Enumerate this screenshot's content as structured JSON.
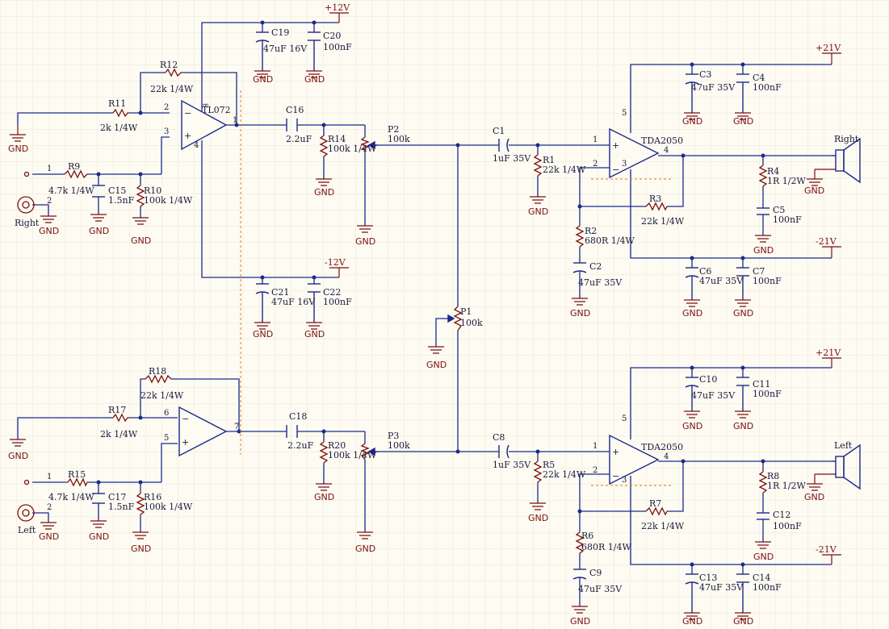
{
  "colors": {
    "background": "#fdfbf2",
    "grid": "#e9e6d6",
    "wire": "#1c2a8c",
    "component": "#7a0f0f",
    "text": "#1a1a40",
    "guide": "#e07a1a"
  },
  "labels": {
    "gnd": "GND",
    "plus12": "+12V",
    "minus12": "-12V",
    "plus21": "+21V",
    "minus21": "-21V",
    "tl072": "TL072",
    "tda2050": "TDA2050",
    "right": "Right",
    "left": "Left",
    "infinity": "∞"
  },
  "components": {
    "R1": {
      "ref": "R1",
      "val": "22k 1/4W"
    },
    "R2": {
      "ref": "R2",
      "val": "680R 1/4W"
    },
    "R3": {
      "ref": "R3",
      "val": "22k 1/4W"
    },
    "R4": {
      "ref": "R4",
      "val": "1R 1/2W"
    },
    "R5": {
      "ref": "R5",
      "val": "22k 1/4W"
    },
    "R6": {
      "ref": "R6",
      "val": "680R 1/4W"
    },
    "R7": {
      "ref": "R7",
      "val": "22k 1/4W"
    },
    "R8": {
      "ref": "R8",
      "val": "1R 1/2W"
    },
    "R9": {
      "ref": "R9",
      "val": "4.7k 1/4W"
    },
    "R10": {
      "ref": "R10",
      "val": "100k 1/4W"
    },
    "R11": {
      "ref": "R11",
      "val": "2k 1/4W"
    },
    "R12": {
      "ref": "R12",
      "val": "22k 1/4W"
    },
    "R14": {
      "ref": "R14",
      "val": "100k 1/4W"
    },
    "R15": {
      "ref": "R15",
      "val": "4.7k 1/4W"
    },
    "R16": {
      "ref": "R16",
      "val": "100k 1/4W"
    },
    "R17": {
      "ref": "R17",
      "val": "2k 1/4W"
    },
    "R18": {
      "ref": "R18",
      "val": "22k 1/4W"
    },
    "R20": {
      "ref": "R20",
      "val": "100k 1/4W"
    },
    "C1": {
      "ref": "C1",
      "val": "1uF 35V"
    },
    "C2": {
      "ref": "C2",
      "val": "47uF 35V"
    },
    "C3": {
      "ref": "C3",
      "val": "47uF 35V"
    },
    "C4": {
      "ref": "C4",
      "val": "100nF"
    },
    "C5": {
      "ref": "C5",
      "val": "100nF"
    },
    "C6": {
      "ref": "C6",
      "val": "47uF 35V"
    },
    "C7": {
      "ref": "C7",
      "val": "100nF"
    },
    "C8": {
      "ref": "C8",
      "val": "1uF 35V"
    },
    "C9": {
      "ref": "C9",
      "val": "47uF 35V"
    },
    "C10": {
      "ref": "C10",
      "val": "47uF 35V"
    },
    "C11": {
      "ref": "C11",
      "val": "100nF"
    },
    "C12": {
      "ref": "C12",
      "val": "100nF"
    },
    "C13": {
      "ref": "C13",
      "val": "47uF 35V"
    },
    "C14": {
      "ref": "C14",
      "val": "100nF"
    },
    "C15": {
      "ref": "C15",
      "val": "1.5nF"
    },
    "C16": {
      "ref": "C16",
      "val": "2.2uF"
    },
    "C17": {
      "ref": "C17",
      "val": "1.5nF"
    },
    "C18": {
      "ref": "C18",
      "val": "2.2uF"
    },
    "C19": {
      "ref": "C19",
      "val": "47uF 16V"
    },
    "C20": {
      "ref": "C20",
      "val": "100nF"
    },
    "C21": {
      "ref": "C21",
      "val": "47uF 16V"
    },
    "C22": {
      "ref": "C22",
      "val": "100nF"
    },
    "P1": {
      "ref": "P1",
      "val": "100k"
    },
    "P2": {
      "ref": "P2",
      "val": "100k"
    },
    "P3": {
      "ref": "P3",
      "val": "100k"
    }
  },
  "pins": {
    "p1": "1",
    "p2": "2",
    "p3": "3",
    "p4": "4",
    "p5": "5",
    "p6": "6",
    "p7": "7",
    "p8": "8"
  }
}
